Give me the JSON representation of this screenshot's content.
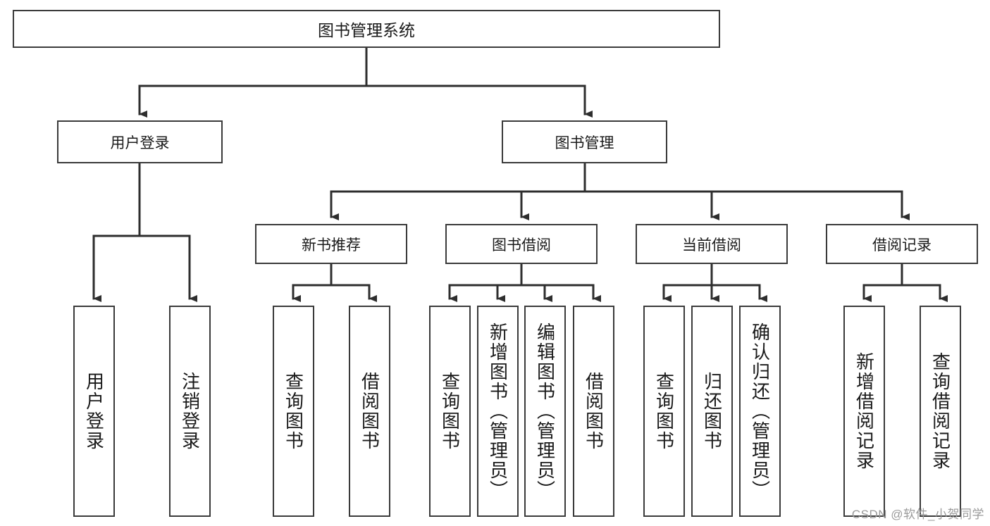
{
  "diagram": {
    "root": {
      "label": "图书管理系统"
    },
    "level2": [
      {
        "id": "user-login",
        "label": "用户登录"
      },
      {
        "id": "book-management",
        "label": "图书管理"
      }
    ],
    "level3": [
      {
        "id": "new-book-recommend",
        "label": "新书推荐"
      },
      {
        "id": "book-borrow",
        "label": "图书借阅"
      },
      {
        "id": "current-borrow",
        "label": "当前借阅"
      },
      {
        "id": "borrow-record",
        "label": "借阅记录"
      }
    ],
    "leaves": [
      {
        "id": "login",
        "label": "用户登录"
      },
      {
        "id": "logout",
        "label": "注销登录"
      },
      {
        "id": "query-book-1",
        "label": "查询图书"
      },
      {
        "id": "borrow-book-1",
        "label": "借阅图书"
      },
      {
        "id": "query-book-2",
        "label": "查询图书"
      },
      {
        "id": "add-book-admin",
        "label": "新增图书（管理员）"
      },
      {
        "id": "edit-book-admin",
        "label": "编辑图书（管理员）"
      },
      {
        "id": "borrow-book-2",
        "label": "借阅图书"
      },
      {
        "id": "query-book-3",
        "label": "查询图书"
      },
      {
        "id": "return-book",
        "label": "归还图书"
      },
      {
        "id": "confirm-return-admin",
        "label": "确认归还（管理员）"
      },
      {
        "id": "add-borrow-record",
        "label": "新增借阅记录"
      },
      {
        "id": "query-borrow-record",
        "label": "查询借阅记录"
      }
    ]
  },
  "watermark": {
    "text": "CSDN @软件_小贺同学"
  },
  "colors": {
    "stroke": "#3a3a3a",
    "background": "#ffffff",
    "text": "#1a1a1a",
    "watermark": "#9a9a9a"
  }
}
